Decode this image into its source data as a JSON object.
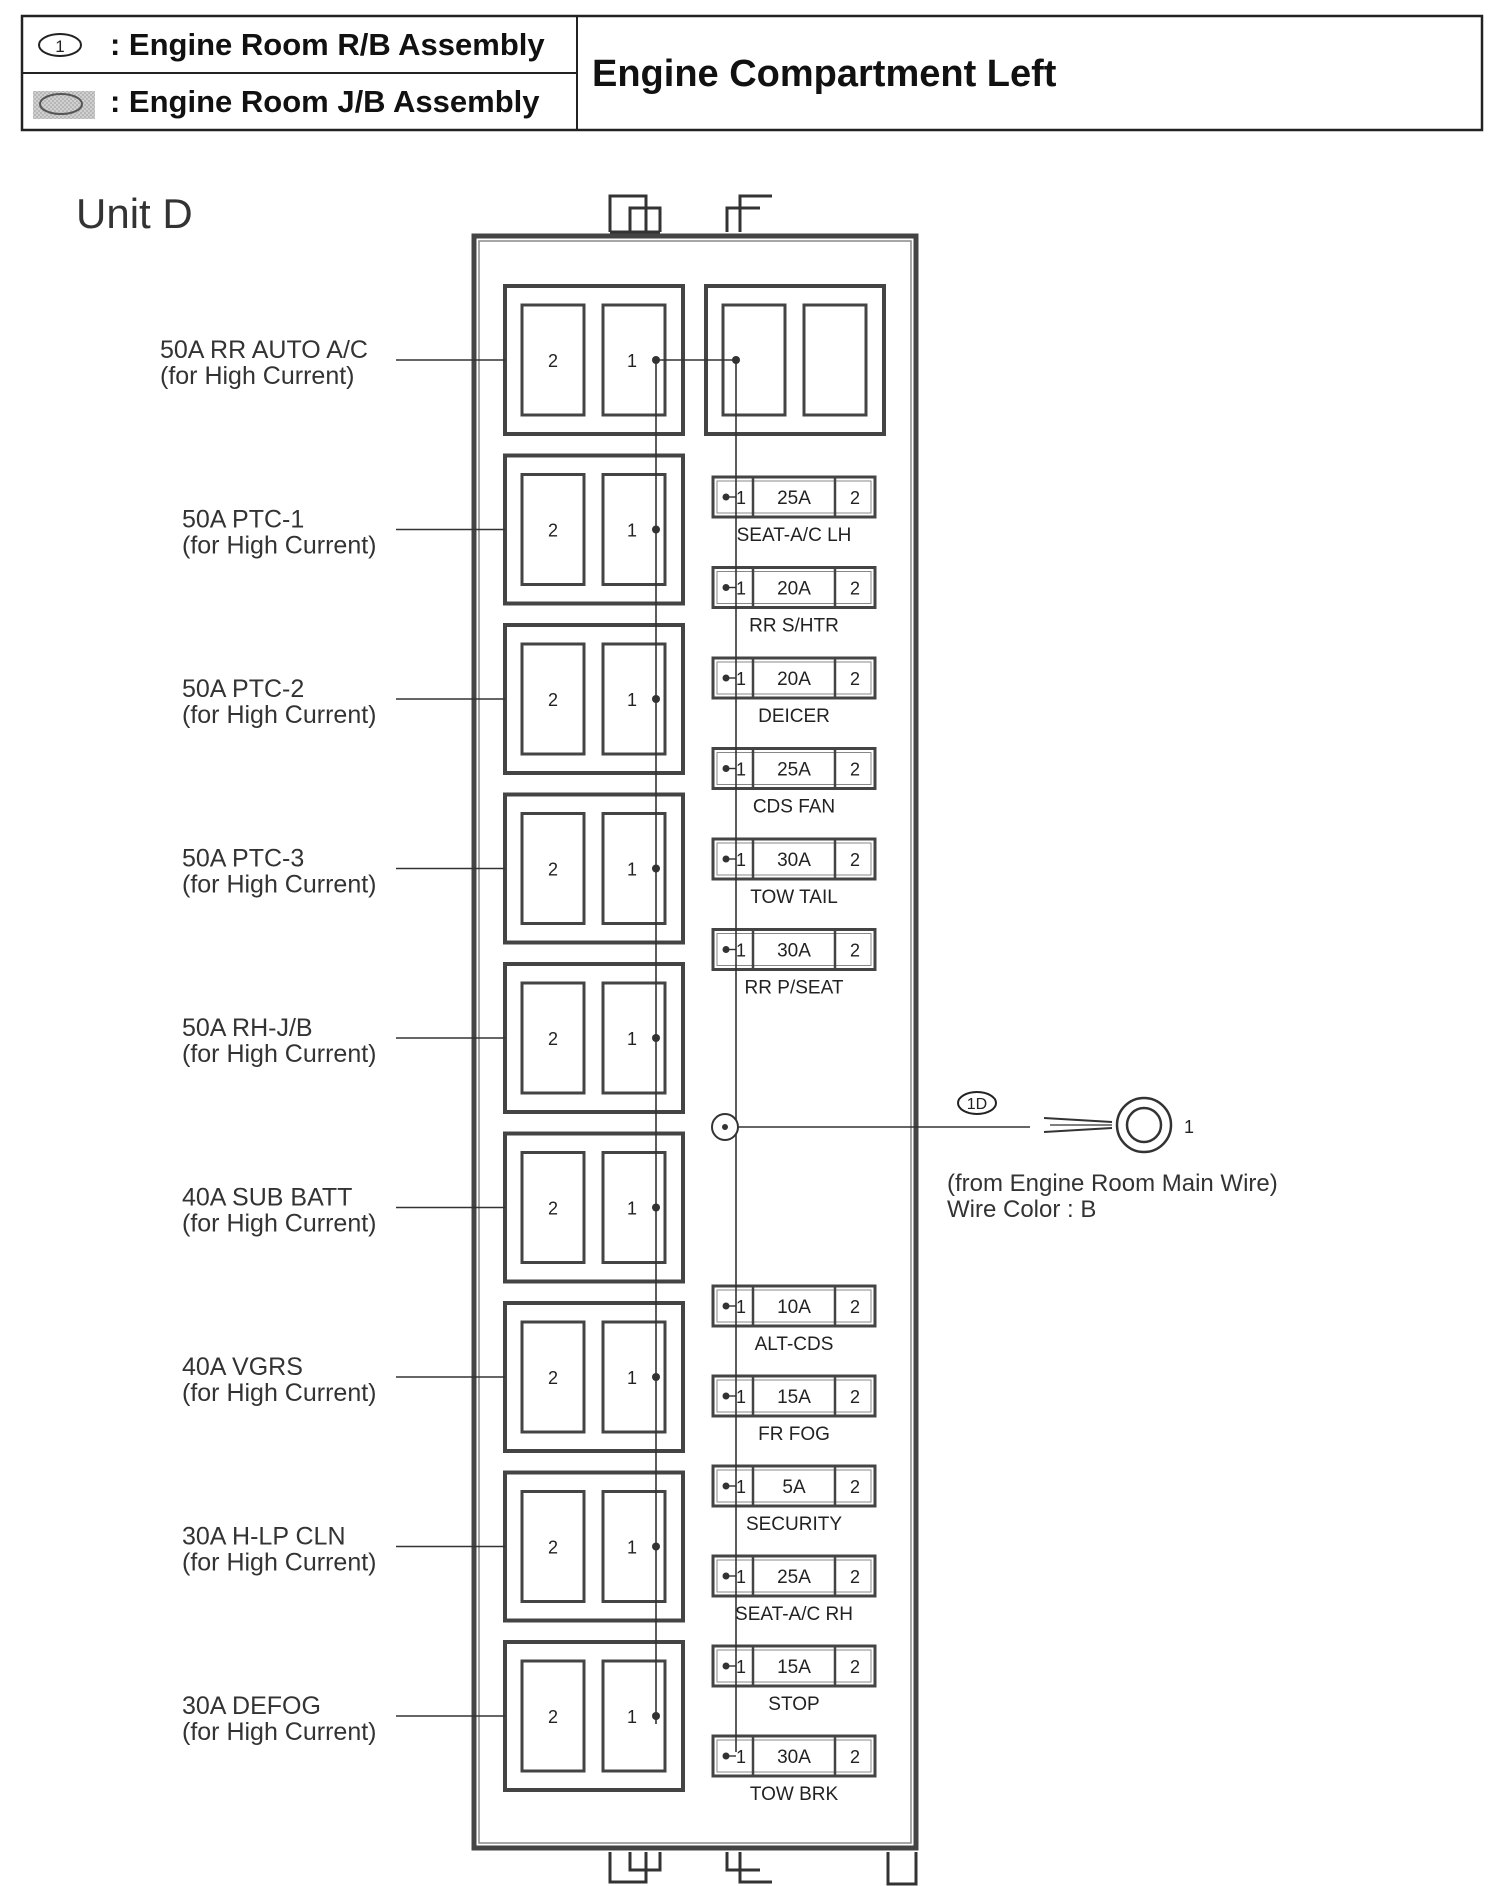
{
  "legend": {
    "rb_symbol": "1",
    "rb_label": ": Engine Room R/B Assembly",
    "jb_label": ": Engine Room J/B Assembly"
  },
  "header": {
    "title": "Engine Compartment Left"
  },
  "unit_label": "Unit D",
  "relays": [
    {
      "name": "50A RR AUTO A/C",
      "note": "(for High Current)"
    },
    {
      "name": "50A PTC-1",
      "note": "(for High Current)"
    },
    {
      "name": "50A PTC-2",
      "note": "(for High Current)"
    },
    {
      "name": "50A PTC-3",
      "note": "(for High Current)"
    },
    {
      "name": "50A RH-J/B",
      "note": "(for High Current)"
    },
    {
      "name": "40A SUB BATT",
      "note": "(for High Current)"
    },
    {
      "name": "40A VGRS",
      "note": "(for High Current)"
    },
    {
      "name": "30A H-LP CLN",
      "note": "(for High Current)"
    },
    {
      "name": "30A DEFOG",
      "note": "(for High Current)"
    }
  ],
  "relay_pins": {
    "left": "2",
    "right": "1"
  },
  "fuses_top": [
    {
      "amp": "25A",
      "name": "SEAT-A/C LH"
    },
    {
      "amp": "20A",
      "name": "RR S/HTR"
    },
    {
      "amp": "20A",
      "name": "DEICER"
    },
    {
      "amp": "25A",
      "name": "CDS FAN"
    },
    {
      "amp": "30A",
      "name": "TOW TAIL"
    },
    {
      "amp": "30A",
      "name": "RR P/SEAT"
    }
  ],
  "fuses_bottom": [
    {
      "amp": "10A",
      "name": "ALT-CDS"
    },
    {
      "amp": "15A",
      "name": "FR FOG"
    },
    {
      "amp": "5A",
      "name": "SECURITY"
    },
    {
      "amp": "25A",
      "name": "SEAT-A/C RH"
    },
    {
      "amp": "15A",
      "name": "STOP"
    },
    {
      "amp": "30A",
      "name": "TOW BRK"
    }
  ],
  "fuse_pins": {
    "left": "1",
    "right": "2"
  },
  "connector": {
    "id": "1D",
    "pin": "1",
    "source": "(from Engine Room Main Wire)",
    "wire_color": "Wire Color : B"
  }
}
